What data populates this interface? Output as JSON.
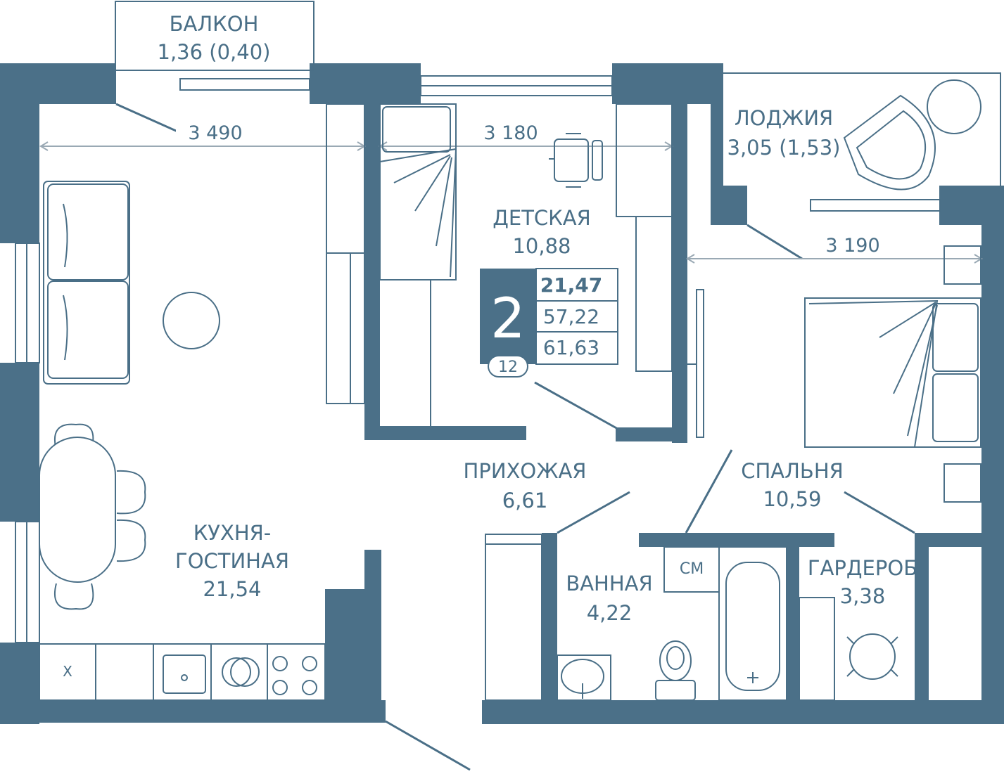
{
  "colors": {
    "wall": "#4b7088",
    "line": "#4a6f87",
    "background": "#ffffff"
  },
  "rooms": {
    "balcony": {
      "name": "БАЛКОН",
      "area": "1,36 (0,40)"
    },
    "loggia": {
      "name": "ЛОДЖИЯ",
      "area": "3,05 (1,53)"
    },
    "kids": {
      "name": "ДЕТСКАЯ",
      "area": "10,88"
    },
    "kitchen": {
      "name_line1": "КУХНЯ-",
      "name_line2": "ГОСТИНАЯ",
      "area": "21,54"
    },
    "hall": {
      "name": "ПРИХОЖАЯ",
      "area": "6,61"
    },
    "bedroom": {
      "name": "СПАЛЬНЯ",
      "area": "10,59"
    },
    "bathroom": {
      "name": "ВАННАЯ",
      "area": "4,22"
    },
    "wardrobe": {
      "name": "ГАРДЕРОБ",
      "area": "3,38"
    }
  },
  "dimensions": {
    "kitchen_width": "3 490",
    "kids_width": "3 180",
    "bedroom_width": "3 190"
  },
  "badge": {
    "rooms": "2",
    "living_area": "21,47",
    "total_area": "57,22",
    "total_with_balcony": "61,63",
    "floor": "12"
  },
  "fixtures": {
    "washing_machine": "СМ",
    "kitchen_cell": "Х"
  },
  "icons": [
    "sofa-icon",
    "round-table-icon",
    "bed-icon",
    "chair-icon",
    "armchair-icon",
    "sink-icon",
    "toilet-icon",
    "bathtub-icon",
    "stove-icon"
  ]
}
